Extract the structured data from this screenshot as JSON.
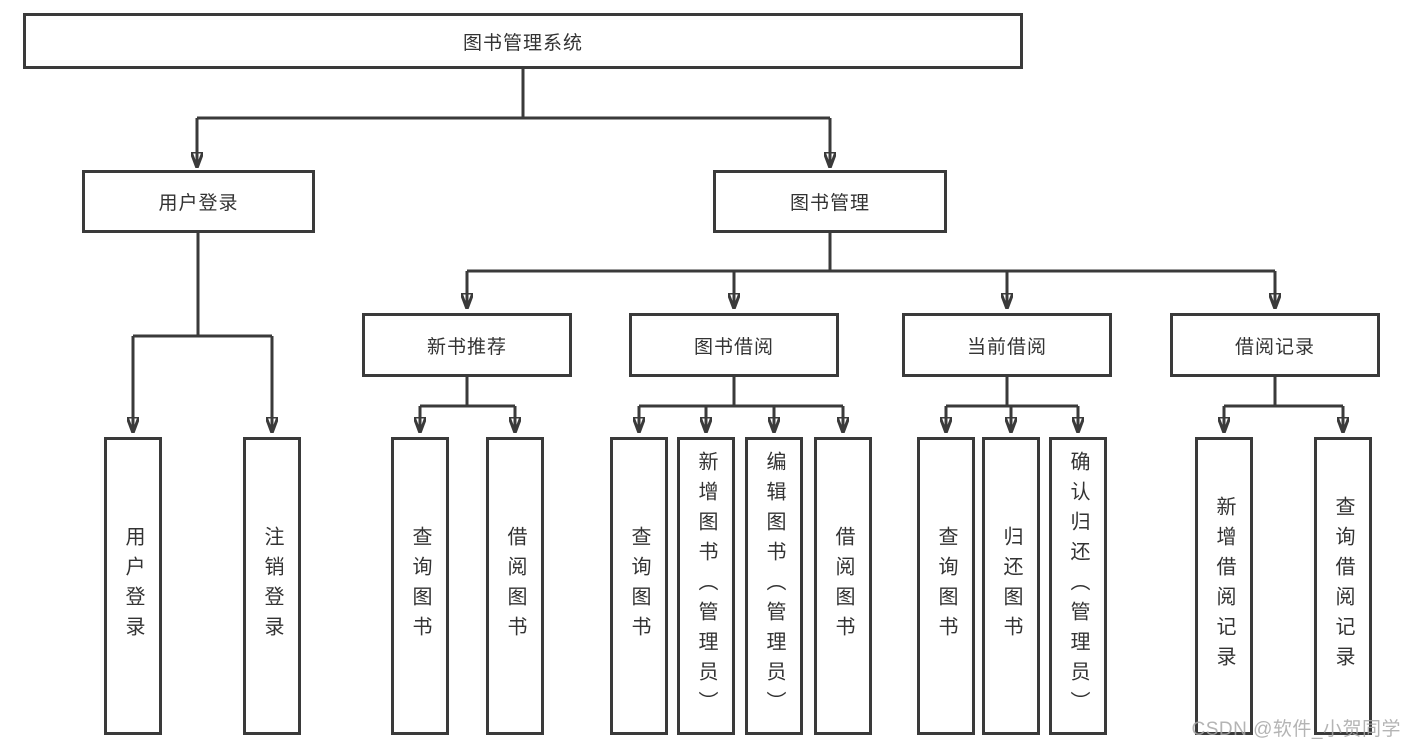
{
  "tree": {
    "label": "图书管理系统",
    "children": [
      {
        "label": "用户登录",
        "children": [
          {
            "label": "用户登录"
          },
          {
            "label": "注销登录"
          }
        ]
      },
      {
        "label": "图书管理",
        "children": [
          {
            "label": "新书推荐",
            "children": [
              {
                "label": "查询图书"
              },
              {
                "label": "借阅图书"
              }
            ]
          },
          {
            "label": "图书借阅",
            "children": [
              {
                "label": "查询图书"
              },
              {
                "label": "新增图书（管理员）"
              },
              {
                "label": "编辑图书（管理员）"
              },
              {
                "label": "借阅图书"
              }
            ]
          },
          {
            "label": "当前借阅",
            "children": [
              {
                "label": "查询图书"
              },
              {
                "label": "归还图书"
              },
              {
                "label": "确认归还（管理员）"
              }
            ]
          },
          {
            "label": "借阅记录",
            "children": [
              {
                "label": "新增借阅记录"
              },
              {
                "label": "查询借阅记录"
              }
            ]
          }
        ]
      }
    ]
  },
  "watermark": "CSDN @软件_小贺同学",
  "colors": {
    "line": "#3a3a3a",
    "text": "#333333",
    "background": "#ffffff",
    "watermark": "#a8a8a8"
  }
}
